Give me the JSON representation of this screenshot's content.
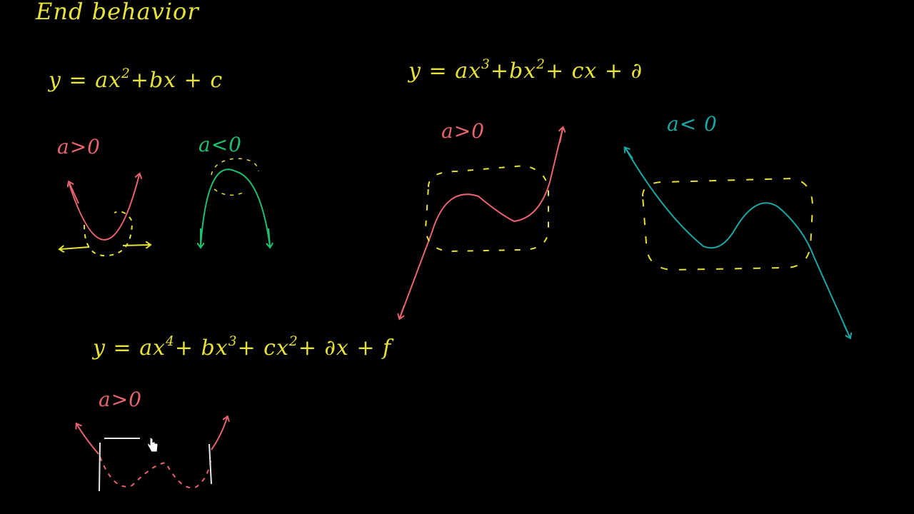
{
  "title": "End behavior",
  "quadratic": {
    "equation": {
      "y": "y",
      "eq": "=",
      "a_term": "ax",
      "a_exp": "2",
      "rest": "+bx + c"
    },
    "left_label": "a>0",
    "right_label": "a<0"
  },
  "cubic": {
    "equation": {
      "y": "y",
      "eq": "=",
      "a_term": "ax",
      "a_exp": "3",
      "b_term": "+bx",
      "b_exp": "2",
      "rest": "+ cx + ∂"
    },
    "left_label": "a>0",
    "right_label": "a< 0"
  },
  "quartic": {
    "equation": {
      "y": "y",
      "eq": "=",
      "a_term": "ax",
      "a_exp": "4",
      "b_term": "+ bx",
      "b_exp": "3",
      "c_term": "+ cx",
      "c_exp": "2",
      "rest": "+ ∂x + f"
    },
    "left_label": "a>0"
  },
  "colors": {
    "background": "#000000",
    "yellow": "#e6e23a",
    "pink": "#e8646e",
    "green": "#1fbf72",
    "teal": "#1aa8a6",
    "white": "#e8e8e8"
  },
  "icons": {
    "cursor": "hand-pointer-icon"
  }
}
